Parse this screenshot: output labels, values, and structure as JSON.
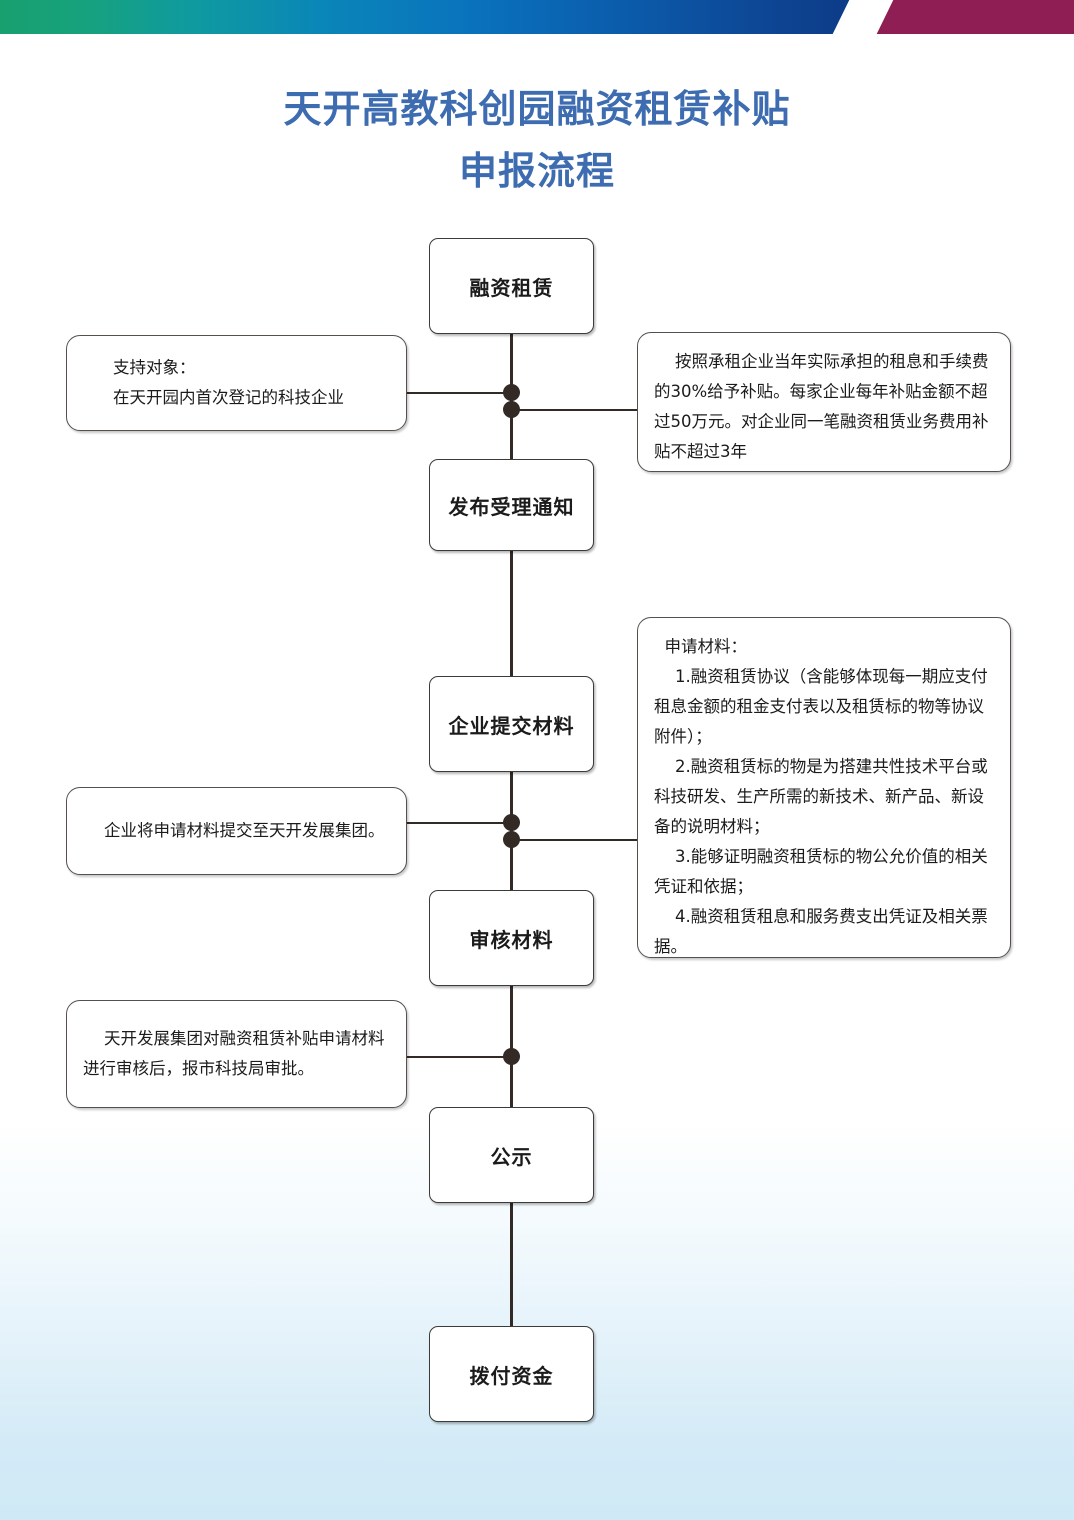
{
  "banner": {
    "gradient_start": "#18a06f",
    "gradient_end": "#0c2468",
    "accent_color": "#8e1e53"
  },
  "title": {
    "line1": "天开高教科创园融资租赁补贴",
    "line2": "申报流程",
    "color": "#3d6cb0"
  },
  "flow": {
    "nodes": [
      {
        "id": "node-1",
        "label": "融资租赁"
      },
      {
        "id": "node-2",
        "label": "发布受理通知"
      },
      {
        "id": "node-3",
        "label": "企业提交材料"
      },
      {
        "id": "node-4",
        "label": "审核材料"
      },
      {
        "id": "node-5",
        "label": "公示"
      },
      {
        "id": "node-6",
        "label": "拨付资金"
      }
    ]
  },
  "notes": {
    "support_target": "支持对象：\n在天开园内首次登记的科技企业",
    "subsidy_rule": "    按照承租企业当年实际承担的租息和手续费的30%给予补贴。每家企业每年补贴金额不超过50万元。对企业同一笔融资租赁业务费用补贴不超过3年",
    "submit_note": "    企业将申请材料提交至天开发展集团。",
    "application_materials": "  申请材料：\n    1.融资租赁协议（含能够体现每一期应支付租息金额的租金支付表以及租赁标的物等协议附件）；\n    2.融资租赁标的物是为搭建共性技术平台或科技研发、生产所需的新技术、新产品、新设备的说明材料；\n    3.能够证明融资租赁标的物公允价值的相关凭证和依据；\n    4.融资租赁租息和服务费支出凭证及相关票据。",
    "review_note": "    天开发展集团对融资租赁补贴申请材料进行审核后，报市科技局审批。"
  }
}
